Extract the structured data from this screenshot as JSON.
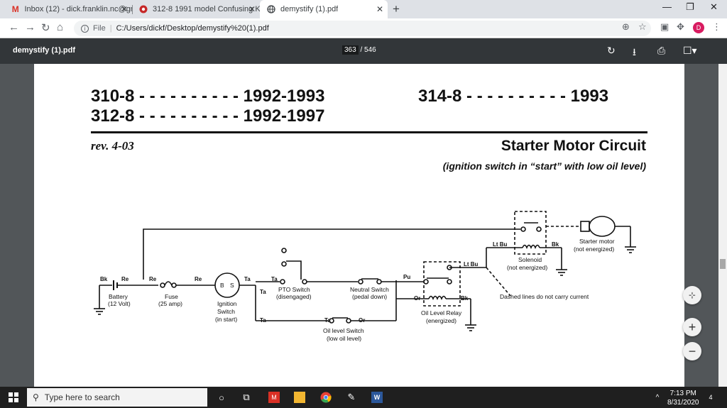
{
  "browser": {
    "tabs": [
      {
        "title": "Inbox (12) - dick.franklin.nc@gm",
        "icon": "gmail-icon",
        "active": false
      },
      {
        "title": "312-8 1991 model Confusing Ke",
        "icon": "forum-icon",
        "active": false
      },
      {
        "title": "demystify (1).pdf",
        "icon": "globe-icon",
        "active": true
      }
    ],
    "new_tab": "+",
    "address": {
      "scheme": "File",
      "url": "C:/Users/dickf/Desktop/demystify%20(1).pdf"
    },
    "profile_initial": "D"
  },
  "pdf_viewer": {
    "title": "demystify (1).pdf",
    "current_page": "363",
    "page_total": "/ 546"
  },
  "document": {
    "models": [
      {
        "label": "310-8 - - - - - - - - - - 1992-1993"
      },
      {
        "label": "312-8 - - - - - - - - - - 1992-1997"
      },
      {
        "label": "314-8 - - - - - - - - - - 1993"
      }
    ],
    "revision": "rev. 4-03",
    "title": "Starter Motor Circuit",
    "subtitle": "(ignition switch in “start” with low oil level)",
    "diagram": {
      "battery": [
        "Battery",
        "(12 Volt)"
      ],
      "fuse": [
        "Fuse",
        "(25 amp)"
      ],
      "ignition": [
        "Ignition",
        "Switch",
        "(in start)"
      ],
      "ignition_terminals": [
        "B",
        "S"
      ],
      "pto": [
        "PTO Switch",
        "(disengaged)"
      ],
      "neutral": [
        "Neutral Switch",
        "(pedal down)"
      ],
      "oil_switch": [
        "Oil level Switch",
        "(low oil level)"
      ],
      "oil_relay": [
        "Oil Level Relay",
        "(energized)"
      ],
      "solenoid": [
        "Solenoid",
        "(not energized)"
      ],
      "starter": [
        "Starter motor",
        "(not energized)"
      ],
      "note": "Dashed lines do not carry current",
      "wires": {
        "bk": "Bk",
        "re": "Re",
        "ta": "Ta",
        "pu": "Pu",
        "or": "Or",
        "ltbu": "Lt Bu"
      }
    }
  },
  "taskbar": {
    "search_placeholder": "Type here to search",
    "time": "7:13 PM",
    "date": "8/31/2020",
    "notification_count": "4"
  }
}
